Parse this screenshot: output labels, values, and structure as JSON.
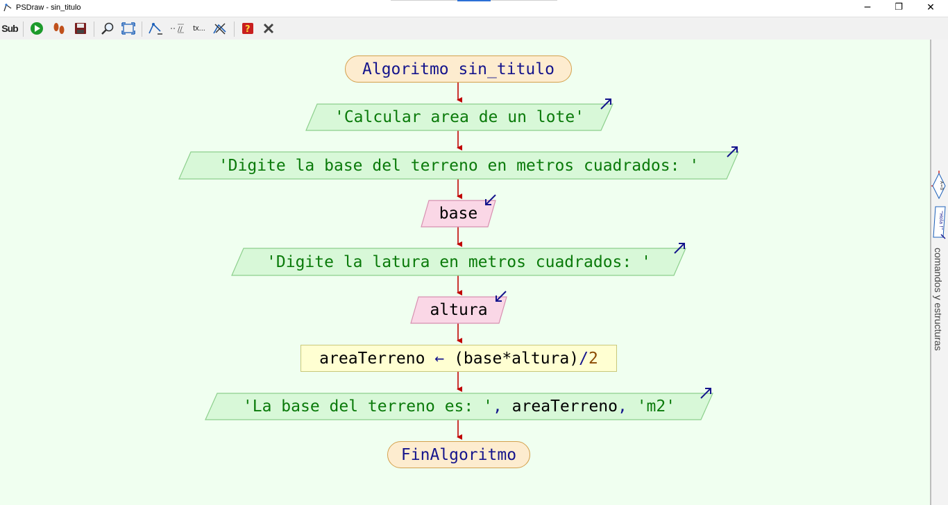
{
  "window": {
    "title": "PSDraw - sin_titulo",
    "minimize": "─",
    "restore": "❐",
    "close": "✕"
  },
  "toolbar": {
    "sub_label": "Sub",
    "text_tool_label": "tx..."
  },
  "flow": {
    "start": "Algoritmo sin_titulo",
    "write1": "'Calcular area de un lote'",
    "write2": "'Digite la base del terreno en metros cuadrados: '",
    "read1": "base",
    "write3": "'Digite la latura en metros cuadrados: '",
    "read2": "altura",
    "assign": {
      "target": "areaTerreno",
      "arrow": "←",
      "open": "(",
      "expr_a": "base",
      "op": "*",
      "expr_b": "altura",
      "close": ")",
      "div": "/",
      "number": "2"
    },
    "write4": {
      "s1": "'La base del terreno es: '",
      "c1": ",",
      "v": "areaTerreno",
      "c2": ",",
      "s2": "'m2'"
    },
    "end": "FinAlgoritmo"
  },
  "side_panel": {
    "label": "comandos y estructuras",
    "icon1": "A=B",
    "icon2": "\"Hola !\""
  },
  "colors": {
    "canvas": "#f0fff0",
    "write_fill": "#d8f8d8",
    "read_fill": "#fad7e6",
    "terminal_fill": "#fdeccf",
    "process_fill": "#ffffd2",
    "arrow": "#c00000",
    "string_text": "#0a7a0a",
    "keyword_text": "#14148c"
  }
}
